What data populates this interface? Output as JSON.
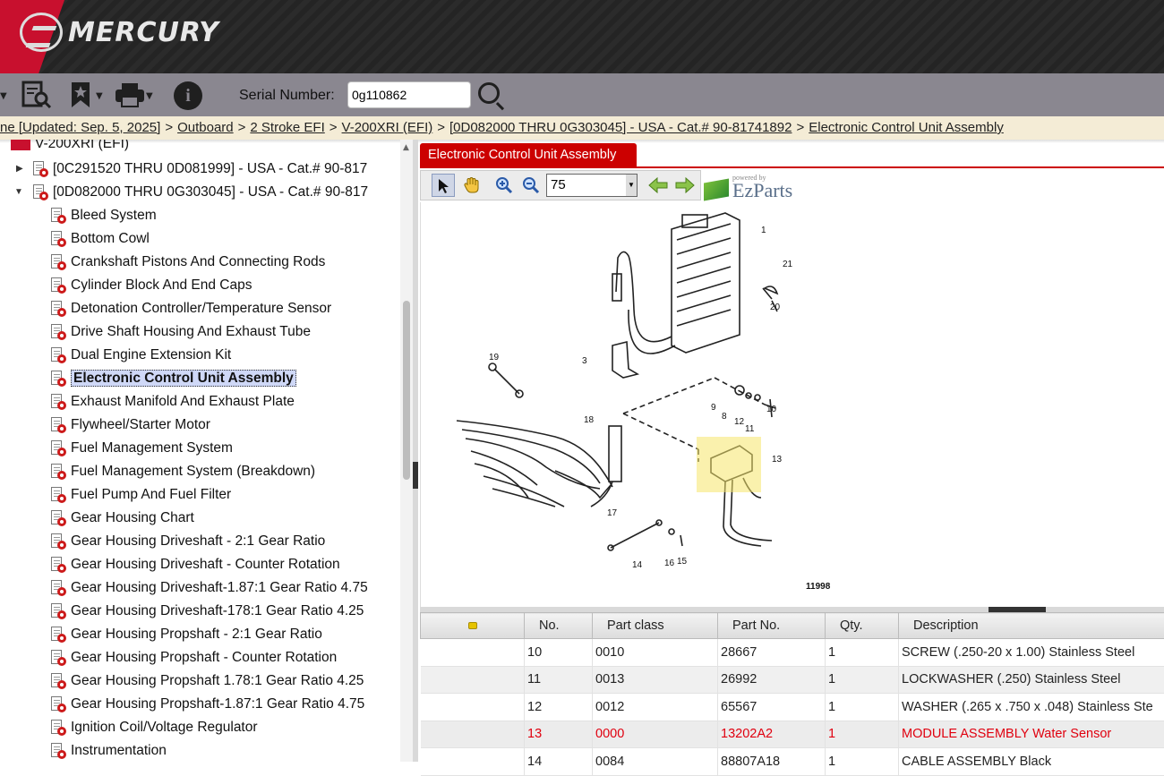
{
  "header": {
    "brand": "MERCURY"
  },
  "toolbar": {
    "serial_label": "Serial Number:",
    "serial_value": "0g110862"
  },
  "breadcrumb": {
    "lead": "ne [Updated: Sep. 5, 2025]",
    "items": [
      "Outboard",
      "2 Stroke EFI",
      "V-200XRI (EFI)",
      "[0D082000 THRU 0G303045] - USA - Cat.# 90-81741892",
      "Electronic Control Unit Assembly"
    ],
    "sep": ">"
  },
  "tree": {
    "root": "V-200XRI (EFI)",
    "groups": [
      "[0C291520 THRU 0D081999] - USA - Cat.# 90-817",
      "[0D082000 THRU 0G303045] - USA - Cat.# 90-817"
    ],
    "items": [
      "Bleed System",
      "Bottom Cowl",
      "Crankshaft Pistons And Connecting Rods",
      "Cylinder Block And End Caps",
      "Detonation Controller/Temperature Sensor",
      "Drive Shaft Housing And Exhaust Tube",
      "Dual Engine Extension Kit",
      "Electronic Control Unit Assembly",
      "Exhaust Manifold And Exhaust Plate",
      "Flywheel/Starter Motor",
      "Fuel Management System",
      "Fuel Management System (Breakdown)",
      "Fuel Pump And Fuel Filter",
      "Gear Housing Chart",
      "Gear Housing Driveshaft - 2:1 Gear Ratio",
      "Gear Housing Driveshaft - Counter Rotation",
      "Gear Housing Driveshaft-1.87:1 Gear Ratio 4.75",
      "Gear Housing Driveshaft-178:1 Gear Ratio 4.25",
      "Gear Housing Propshaft - 2:1 Gear Ratio",
      "Gear Housing Propshaft - Counter Rotation",
      "Gear Housing Propshaft 1.78:1 Gear Ratio 4.25",
      "Gear Housing Propshaft-1.87:1 Gear Ratio 4.75",
      "Ignition Coil/Voltage Regulator",
      "Instrumentation"
    ],
    "selected_index": 7
  },
  "panel": {
    "title": "Electronic Control Unit Assembly",
    "zoom": "75",
    "ezparts_powered": "powered by",
    "ezparts_name": "EzParts"
  },
  "diagram": {
    "callouts": [
      "1",
      "21",
      "20",
      "3",
      "19",
      "9",
      "8",
      "12",
      "11",
      "10",
      "18",
      "13",
      "17",
      "14",
      "16",
      "15"
    ],
    "figure_no": "11998"
  },
  "table": {
    "headers": [
      "",
      "No.",
      "Part class",
      "Part No.",
      "Qty.",
      "Description"
    ],
    "rows": [
      {
        "no": "10",
        "cls": "0010",
        "part": "28667",
        "qty": "1",
        "desc": "SCREW (.250-20 x 1.00) Stainless Steel"
      },
      {
        "no": "11",
        "cls": "0013",
        "part": "26992",
        "qty": "1",
        "desc": "LOCKWASHER (.250) Stainless Steel"
      },
      {
        "no": "12",
        "cls": "0012",
        "part": "65567",
        "qty": "1",
        "desc": "WASHER (.265 x .750 x .048) Stainless Ste"
      },
      {
        "no": "13",
        "cls": "0000",
        "part": "13202A2",
        "qty": "1",
        "desc": "MODULE ASSEMBLY Water Sensor"
      },
      {
        "no": "14",
        "cls": "0084",
        "part": "88807A18",
        "qty": "1",
        "desc": "CABLE ASSEMBLY Black"
      }
    ],
    "highlight_color": "#e0000f"
  }
}
